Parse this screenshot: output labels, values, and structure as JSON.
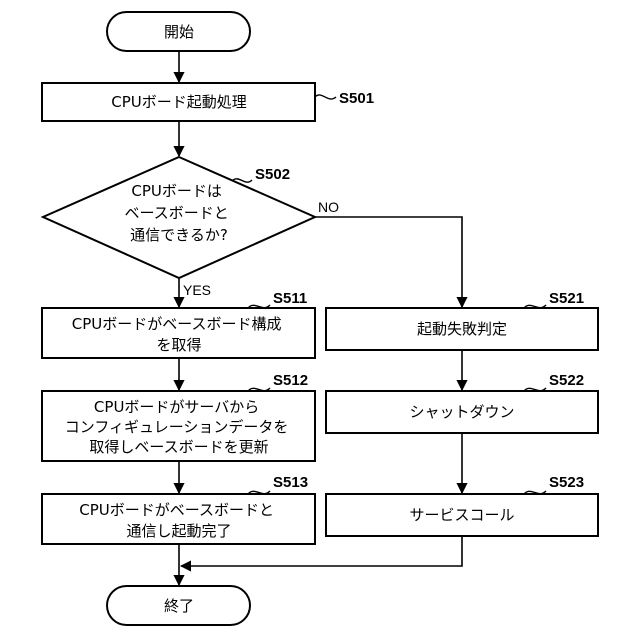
{
  "flowchart": {
    "start": "開始",
    "end": "終了",
    "s501": {
      "id": "S501",
      "lines": [
        "CPUボード起動処理"
      ]
    },
    "s502": {
      "id": "S502",
      "lines": [
        "CPUボードは",
        "ベースボードと",
        "通信できるか?"
      ]
    },
    "branch_yes": "YES",
    "branch_no": "NO",
    "s511": {
      "id": "S511",
      "lines": [
        "CPUボードがベースボード構成",
        "を取得"
      ]
    },
    "s512": {
      "id": "S512",
      "lines": [
        "CPUボードがサーバから",
        "コンフィギュレーションデータを",
        "取得しベースボードを更新"
      ]
    },
    "s513": {
      "id": "S513",
      "lines": [
        "CPUボードがベースボードと",
        "通信し起動完了"
      ]
    },
    "s521": {
      "id": "S521",
      "lines": [
        "起動失敗判定"
      ]
    },
    "s522": {
      "id": "S522",
      "lines": [
        "シャットダウン"
      ]
    },
    "s523": {
      "id": "S523",
      "lines": [
        "サービスコール"
      ]
    }
  }
}
